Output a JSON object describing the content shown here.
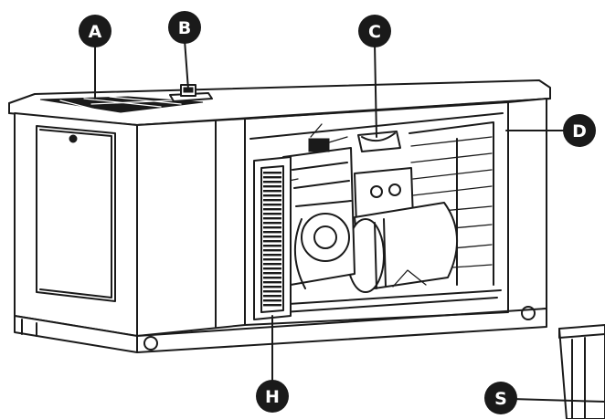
{
  "callouts": [
    {
      "id": "A",
      "label": "A"
    },
    {
      "id": "B",
      "label": "B"
    },
    {
      "id": "C",
      "label": "C"
    },
    {
      "id": "D",
      "label": "D"
    },
    {
      "id": "H",
      "label": "H"
    },
    {
      "id": "S",
      "label": "S"
    }
  ],
  "colors": {
    "ink": "#1a1a1a",
    "background": "#ffffff"
  }
}
